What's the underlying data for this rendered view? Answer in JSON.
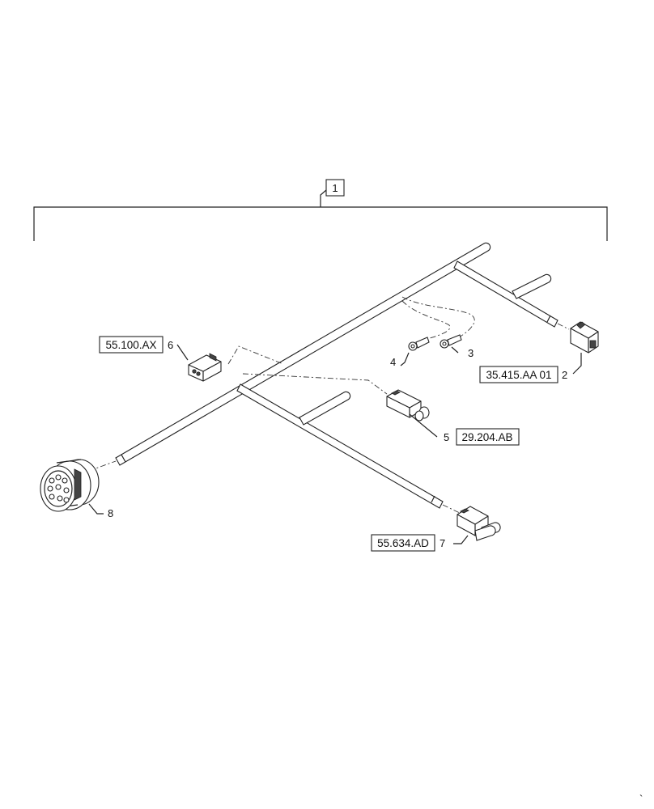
{
  "assembly": {
    "item": "1"
  },
  "callouts": [
    {
      "id": "item-2",
      "number": "2",
      "reference": "35.415.AA 01"
    },
    {
      "id": "item-3",
      "number": "3",
      "reference": ""
    },
    {
      "id": "item-4",
      "number": "4",
      "reference": ""
    },
    {
      "id": "item-5",
      "number": "5",
      "reference": "29.204.AB"
    },
    {
      "id": "item-6",
      "number": "6",
      "reference": "55.100.AX"
    },
    {
      "id": "item-7",
      "number": "7",
      "reference": "55.634.AD"
    },
    {
      "id": "item-8",
      "number": "8",
      "reference": ""
    }
  ],
  "corner_mark": "`"
}
